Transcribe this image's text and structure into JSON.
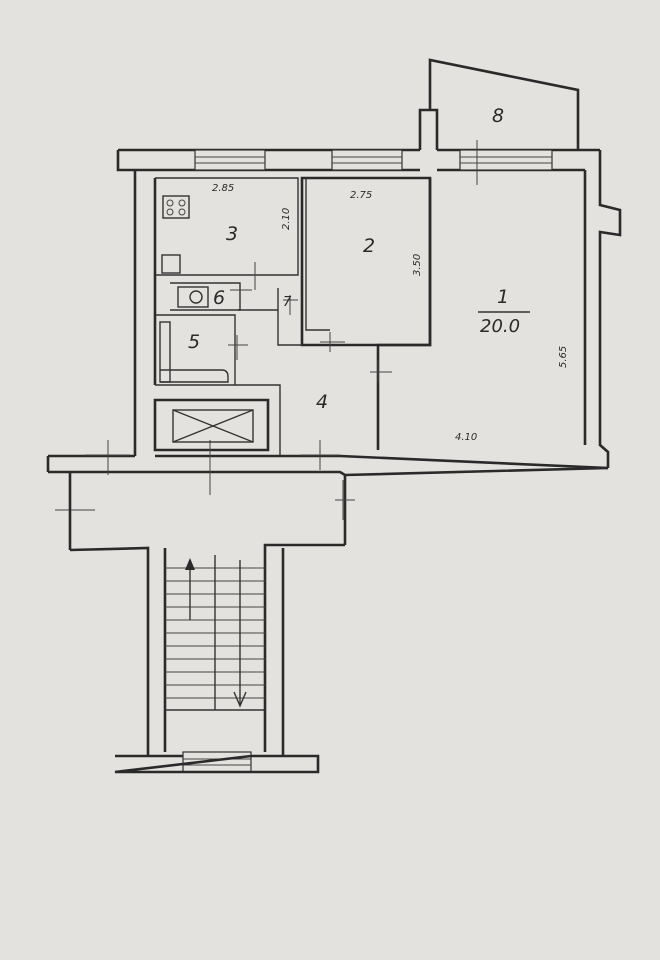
{
  "rooms": [
    {
      "number": "1",
      "area": "20.0"
    },
    {
      "number": "2"
    },
    {
      "number": "3"
    },
    {
      "number": "4"
    },
    {
      "number": "5"
    },
    {
      "number": "6"
    },
    {
      "number": "7"
    },
    {
      "number": "8"
    }
  ],
  "dimensions": {
    "room1_width": "4.10",
    "room1_length": "5.65",
    "room2_width": "2.75",
    "room2_length": "3.50",
    "room3_width": "2.85",
    "room3_length": "2.10"
  },
  "colors": {
    "paper": "#e4e2de",
    "ink": "#2a2a2a"
  },
  "icons": [
    "stove-icon",
    "toilet-icon",
    "bathtub-icon",
    "sink-icon",
    "elevator-shaft-icon",
    "stairs-up-arrow-icon",
    "stairs-down-arrow-icon"
  ]
}
